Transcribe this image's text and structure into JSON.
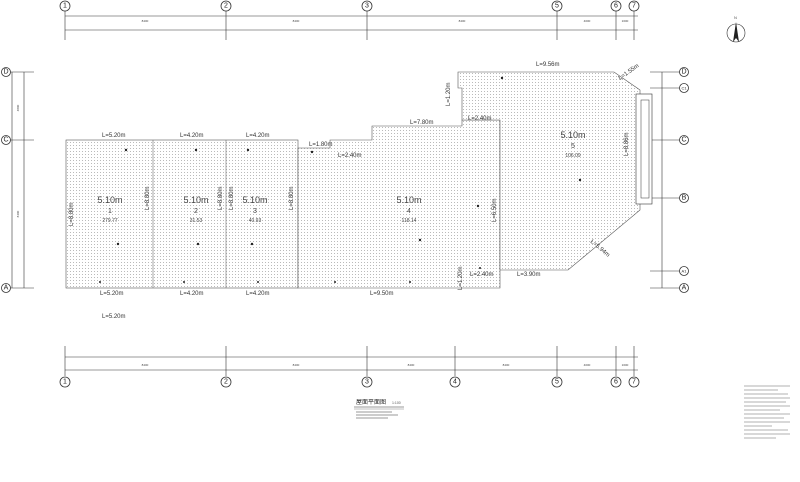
{
  "axes_vertical": [
    "1",
    "2",
    "3",
    "4",
    "5",
    "6",
    "7"
  ],
  "axes_horizontal": [
    "D",
    "C1",
    "C",
    "B",
    "A1",
    "A"
  ],
  "dimensions_top": [
    "8400",
    "8400",
    "8400",
    "8400",
    "4000",
    "1600"
  ],
  "dimensions_bottom": [
    "8400",
    "8400",
    "8400",
    "8400",
    "4000",
    "1600"
  ],
  "dimensions_left": [
    "4800",
    "8400"
  ],
  "rooms": [
    {
      "id": "room-1",
      "elevation": "5.10m",
      "number": "1",
      "area": "279.77"
    },
    {
      "id": "room-2",
      "elevation": "5.10m",
      "number": "2",
      "area": "31.53"
    },
    {
      "id": "room-3",
      "elevation": "5.10m",
      "number": "3",
      "area": "40.93"
    },
    {
      "id": "room-4",
      "elevation": "5.10m",
      "number": "4",
      "area": "118.14"
    },
    {
      "id": "room-5",
      "elevation": "5.10m",
      "number": "5",
      "area": "106.09"
    }
  ],
  "lengths": {
    "top_1": "L=5.20m",
    "top_2": "L=4.20m",
    "top_3": "L=4.20m",
    "top_4": "L=1.80m",
    "mid_a": "L=2.40m",
    "mid_b": "L=7.80m",
    "mid_c": "L=2.40m",
    "mid_d": "L=1.20m",
    "top_right": "L=9.56m",
    "diag_top": "L=1.55m",
    "right_side": "L=8.86m",
    "left_side": "L=8.80m",
    "inner_1": "L=8.80m",
    "inner_2": "L=8.80m",
    "inner_3": "L=8.80m",
    "inner_4": "L=8.80m",
    "inner_5": "L=6.50m",
    "diag_bottom": "L=5.94m",
    "bottom_1": "L=5.20m",
    "bottom_2": "L=4.20m",
    "bottom_3": "L=4.20m",
    "bottom_4": "L=9.50m",
    "bottom_5": "L=2.40m",
    "bottom_6": "L=3.90m",
    "bottom_tick": "L=1.20m",
    "low_1": "L=5.20m"
  },
  "title": {
    "main": "屋面平面图",
    "scale": "1:100"
  },
  "notes_visible": true,
  "north_label": "N",
  "colors": {
    "line": "#333333",
    "fill_dot": "#9a9a9a"
  }
}
